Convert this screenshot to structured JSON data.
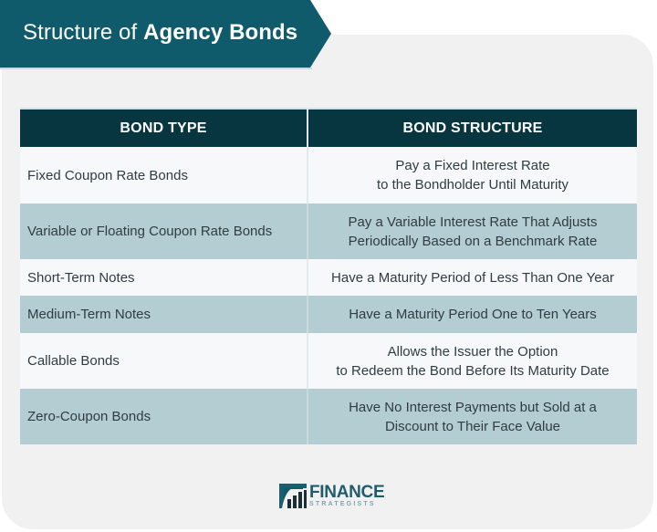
{
  "header": {
    "title_light": "Structure of ",
    "title_bold": "Agency Bonds",
    "banner_color": "#0f5a6b"
  },
  "table": {
    "columns": [
      "BOND TYPE",
      "BOND STRUCTURE"
    ],
    "rows": [
      {
        "type": "Fixed Coupon Rate Bonds",
        "structure_line1": "Pay a Fixed Interest Rate",
        "structure_line2": "to the Bondholder Until Maturity"
      },
      {
        "type": "Variable or Floating Coupon Rate Bonds",
        "structure_line1": "Pay a Variable Interest Rate That Adjusts",
        "structure_line2": "Periodically Based on a Benchmark Rate"
      },
      {
        "type": "Short-Term Notes",
        "structure_line1": "Have a Maturity Period of Less Than One Year",
        "structure_line2": ""
      },
      {
        "type": "Medium-Term Notes",
        "structure_line1": "Have a Maturity Period One to Ten Years",
        "structure_line2": ""
      },
      {
        "type": "Callable Bonds",
        "structure_line1": "Allows the Issuer the Option",
        "structure_line2": "to Redeem the Bond Before Its Maturity Date"
      },
      {
        "type": "Zero-Coupon Bonds",
        "structure_line1": "Have No Interest Payments but Sold at a",
        "structure_line2": "Discount to Their Face Value"
      }
    ],
    "header_color": "#073540",
    "alt_row_color": "#b3cdd3",
    "light_row_color": "#f7f8f9"
  },
  "logo": {
    "line1": "FINANCE",
    "line2": "STRATEGISTS",
    "icon": "finance-strategists-logo-icon"
  }
}
